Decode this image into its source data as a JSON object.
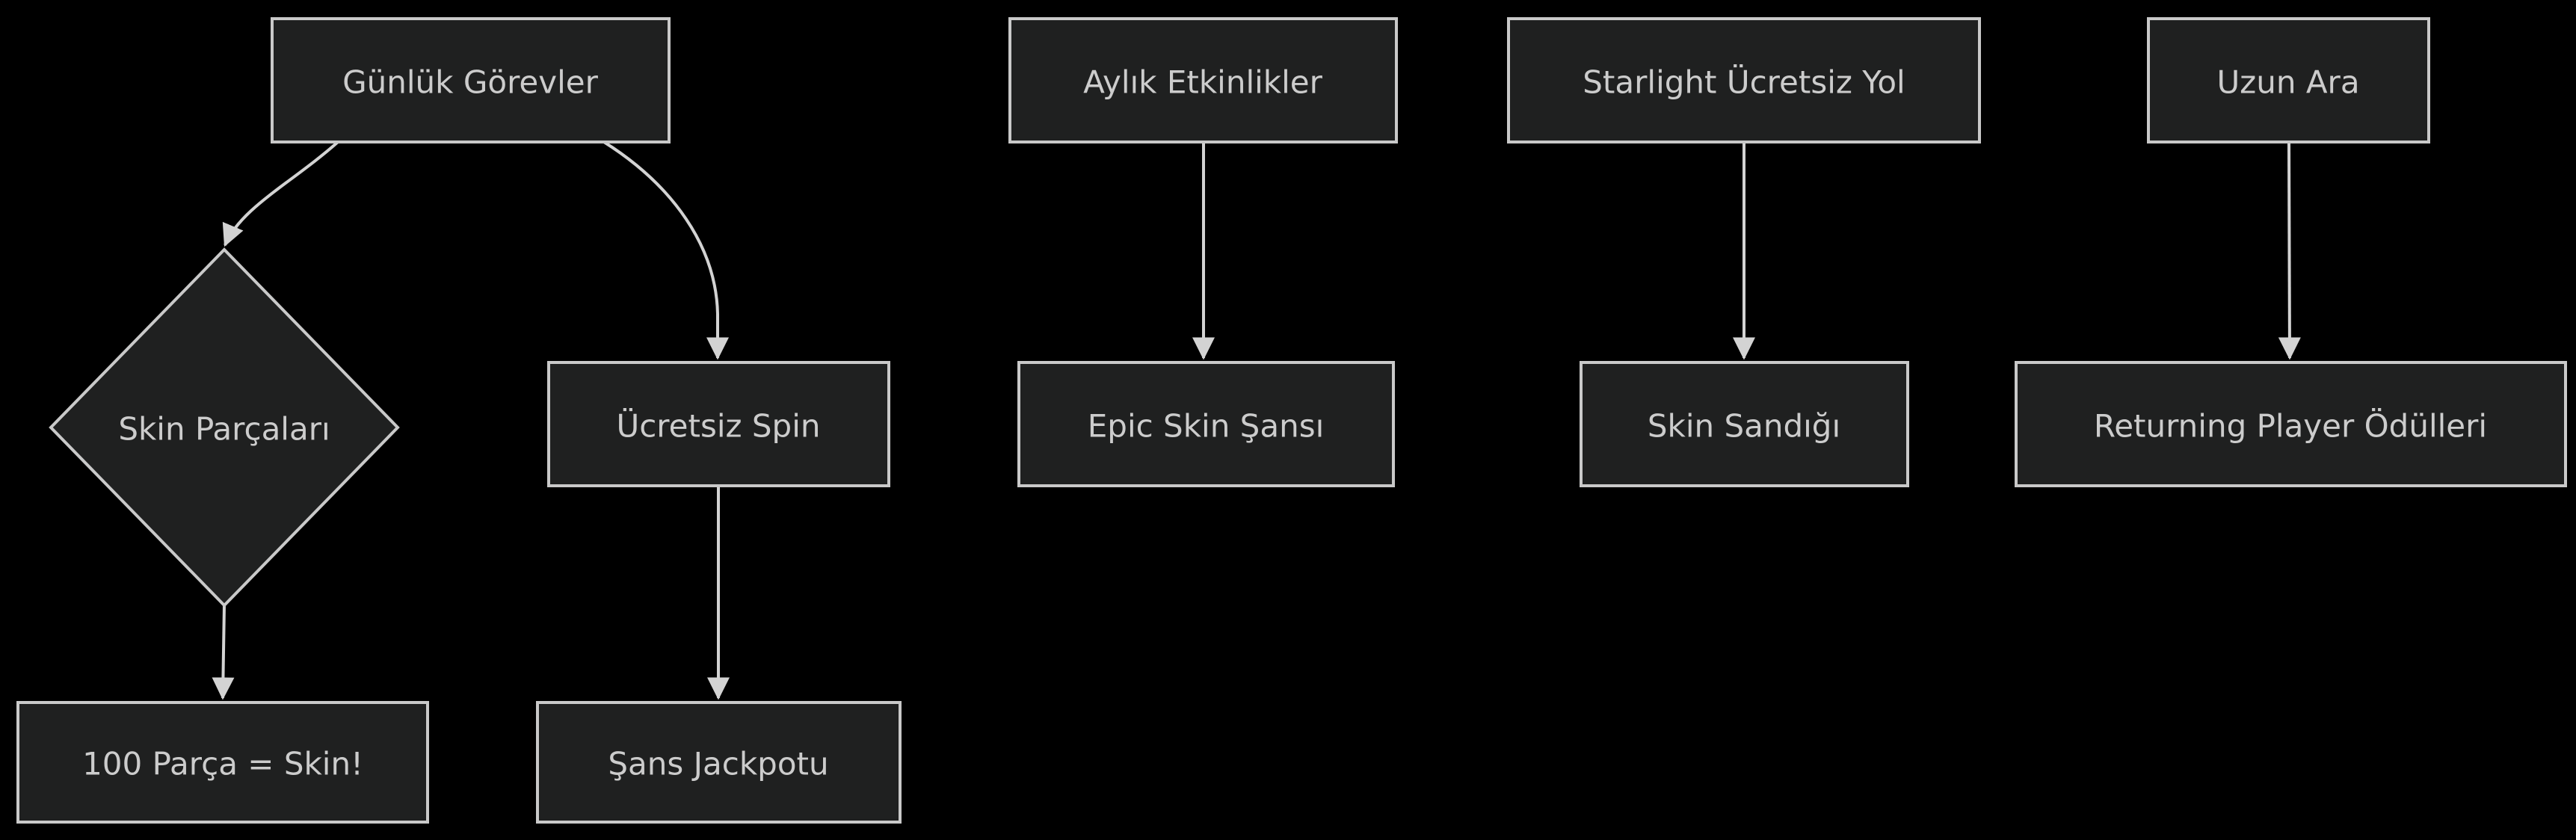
{
  "diagram": {
    "type": "flowchart",
    "direction": "top-down",
    "background_color": "#000000",
    "node_fill_color": "#1f2020",
    "node_border_color": "#c9c9c9",
    "edge_color": "#d3d3d3",
    "text_color": "#cccccc",
    "nodes": [
      {
        "id": "A",
        "label": "Günlük Görevler",
        "shape": "rect"
      },
      {
        "id": "B",
        "label": "Skin Parçaları",
        "shape": "diamond"
      },
      {
        "id": "C",
        "label": "Ücretsiz Spin",
        "shape": "rect"
      },
      {
        "id": "D",
        "label": "100 Parça = Skin!",
        "shape": "rect"
      },
      {
        "id": "E",
        "label": "Aylık Etkinlikler",
        "shape": "rect"
      },
      {
        "id": "F",
        "label": "Epic Skin Şansı",
        "shape": "rect"
      },
      {
        "id": "G",
        "label": "Starlight Ücretsiz Yol",
        "shape": "rect"
      },
      {
        "id": "H",
        "label": "Skin Sandığı",
        "shape": "rect"
      },
      {
        "id": "I",
        "label": "Uzun Ara",
        "shape": "rect"
      },
      {
        "id": "J",
        "label": "Returning Player Ödülleri",
        "shape": "rect"
      },
      {
        "id": "K",
        "label": "Şans Jackpotu",
        "shape": "rect"
      }
    ],
    "edges": [
      {
        "from": "Günlük Görevler",
        "to": "Skin Parçaları",
        "style": "curved-arrow"
      },
      {
        "from": "Günlük Görevler",
        "to": "Ücretsiz Spin",
        "style": "curved-arrow"
      },
      {
        "from": "Skin Parçaları",
        "to": "100 Parça = Skin!",
        "style": "straight-arrow"
      },
      {
        "from": "Ücretsiz Spin",
        "to": "Şans Jackpotu",
        "style": "straight-arrow"
      },
      {
        "from": "Aylık Etkinlikler",
        "to": "Epic Skin Şansı",
        "style": "straight-arrow"
      },
      {
        "from": "Starlight Ücretsiz Yol",
        "to": "Skin Sandığı",
        "style": "straight-arrow"
      },
      {
        "from": "Uzun Ara",
        "to": "Returning Player Ödülleri",
        "style": "straight-arrow"
      }
    ]
  }
}
